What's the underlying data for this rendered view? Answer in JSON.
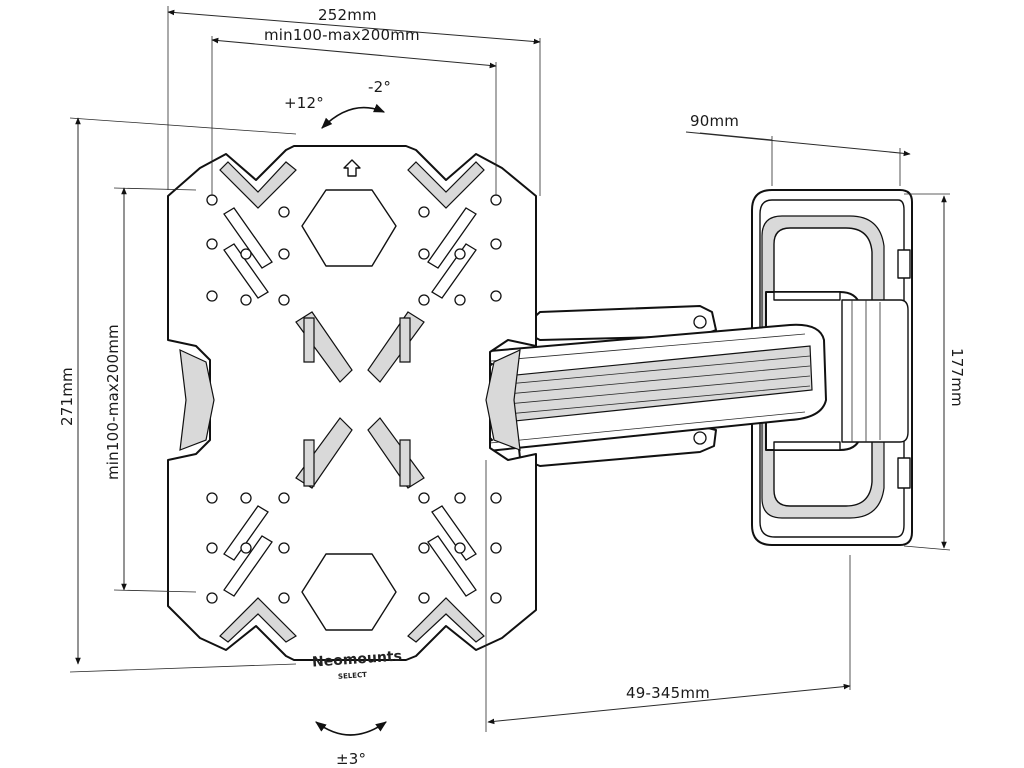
{
  "dimensions": {
    "plate_width": "252mm",
    "vesa_horizontal": "min100-max200mm",
    "tilt_up": "+12°",
    "tilt_down": "-2°",
    "wall_plate_depth": "90mm",
    "plate_height": "271mm",
    "vesa_vertical": "min100-max200mm",
    "wall_plate_height": "177mm",
    "arm_extension": "49-345mm",
    "rotation": "±3°"
  },
  "branding": {
    "logo": "Neomounts",
    "sublogo": "SELECT"
  },
  "colors": {
    "line": "#111111",
    "shade": "#d9d9d9",
    "background": "#ffffff"
  }
}
